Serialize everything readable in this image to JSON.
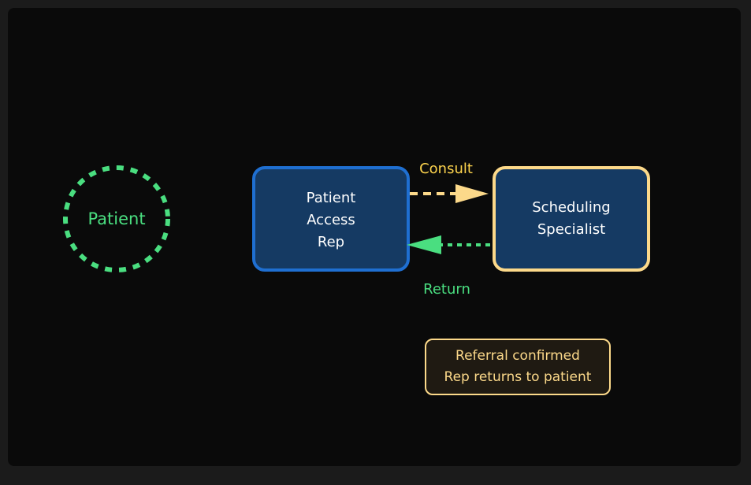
{
  "nodes": {
    "patient": {
      "label": "Patient",
      "color": "#4ade80"
    },
    "access_rep": {
      "label": "Patient\nAccess\nRep",
      "fill": "#153a63",
      "border": "#1f6fd1"
    },
    "specialist": {
      "label": "Scheduling\nSpecialist",
      "fill": "#153a63",
      "border": "#fcd98a"
    }
  },
  "edges": {
    "consult": {
      "label": "Consult",
      "color": "#fcd98a"
    },
    "return": {
      "label": "Return",
      "color": "#4ade80"
    }
  },
  "note": {
    "text": "Referral confirmed\nRep returns to patient"
  }
}
